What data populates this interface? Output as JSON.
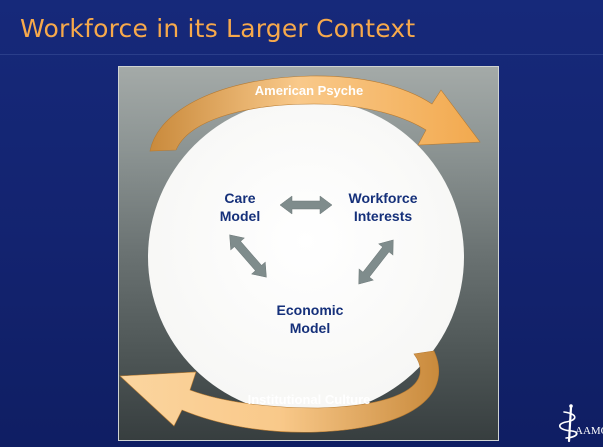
{
  "slide": {
    "title": "Workforce in its Larger Context"
  },
  "diagram": {
    "outer_top_label": "American Psyche",
    "outer_bottom_label": "Institutional Culture",
    "nodes": {
      "care_model": "Care\nModel",
      "workforce_interests": "Workforce\nInterests",
      "economic_model": "Economic\nModel"
    }
  },
  "logo": {
    "text": "AAMC"
  },
  "colors": {
    "background": "#13236f",
    "title": "#f7a94b",
    "arrow_orange_light": "#f9c98a",
    "arrow_orange_dark": "#d6913f",
    "connector_arrow": "#7f8c8c",
    "node_text": "#15307a"
  }
}
